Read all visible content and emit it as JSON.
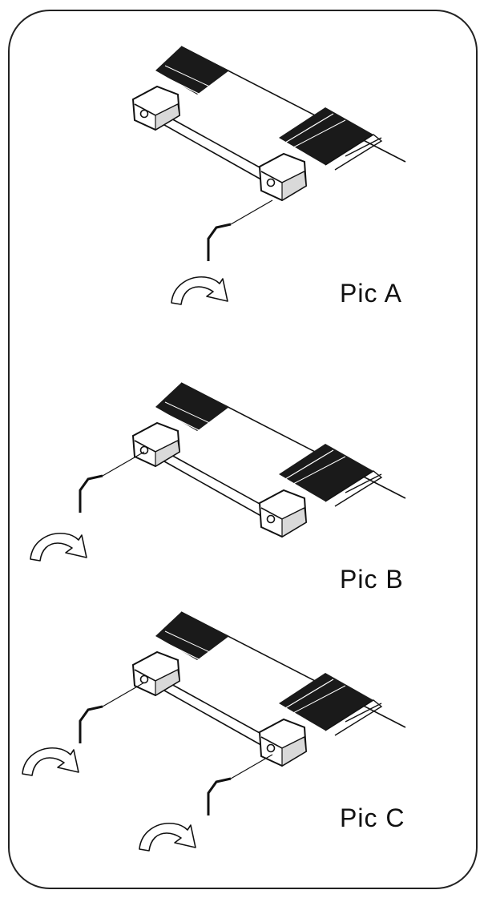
{
  "panels": [
    {
      "label": "Pic A",
      "wrenches": [
        "right"
      ]
    },
    {
      "label": "Pic B",
      "wrenches": [
        "left"
      ]
    },
    {
      "label": "Pic C",
      "wrenches": [
        "left",
        "right"
      ]
    }
  ],
  "colors": {
    "line": "#111111",
    "belt": "#1a1a1a",
    "background": "#ffffff"
  }
}
